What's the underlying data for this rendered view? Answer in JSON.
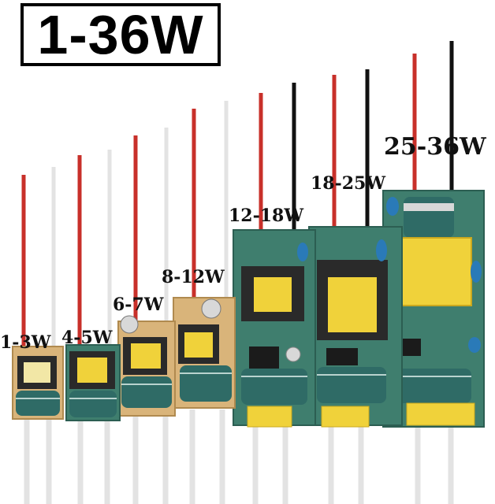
{
  "title": "1-36W",
  "labels": {
    "w1_3": "1-3W",
    "w4_5": "4-5W",
    "w6_7": "6-7W",
    "w8_12": "8-12W",
    "w12_18": "12-18W",
    "w18_25": "18-25W",
    "w25_36": "25-36W"
  },
  "colors": {
    "pcb_green": "#3f7e6e",
    "pcb_tan": "#d9b47a",
    "wire_red": "#c8302a",
    "wire_black": "#111111",
    "wire_white": "#e3e3e3",
    "transformer_yellow": "#f0d23a",
    "capacitor_teal": "#2f6b66",
    "capacitor_blue": "#2a7ab8"
  }
}
